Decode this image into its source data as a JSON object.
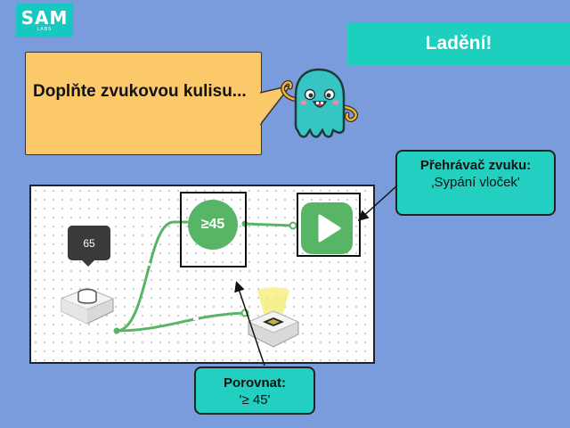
{
  "logo": {
    "brand": "SAM",
    "sub": "LABS"
  },
  "header": {
    "title": "Ladění!"
  },
  "prompt": {
    "text": "Doplňte zvukovou kulisu..."
  },
  "canvas": {
    "tooltip_value": "65",
    "compare_label": "≥45"
  },
  "callouts": {
    "player_bold": "Přehrávač zvuku:",
    "player_text": " ‚Sypání vloček'",
    "compare_bold": "Porovnat:",
    "compare_text": "'≥ 45'"
  },
  "colors": {
    "background": "#7a9bdc",
    "accent_teal": "#1ccfbf",
    "node_green": "#58b566",
    "bubble_yellow": "#fcc96a"
  },
  "icons": {
    "player": "play-icon",
    "mascot": "sam-monster-mascot",
    "button_block": "push-button-block",
    "sensor_block": "light-sensor-block"
  }
}
